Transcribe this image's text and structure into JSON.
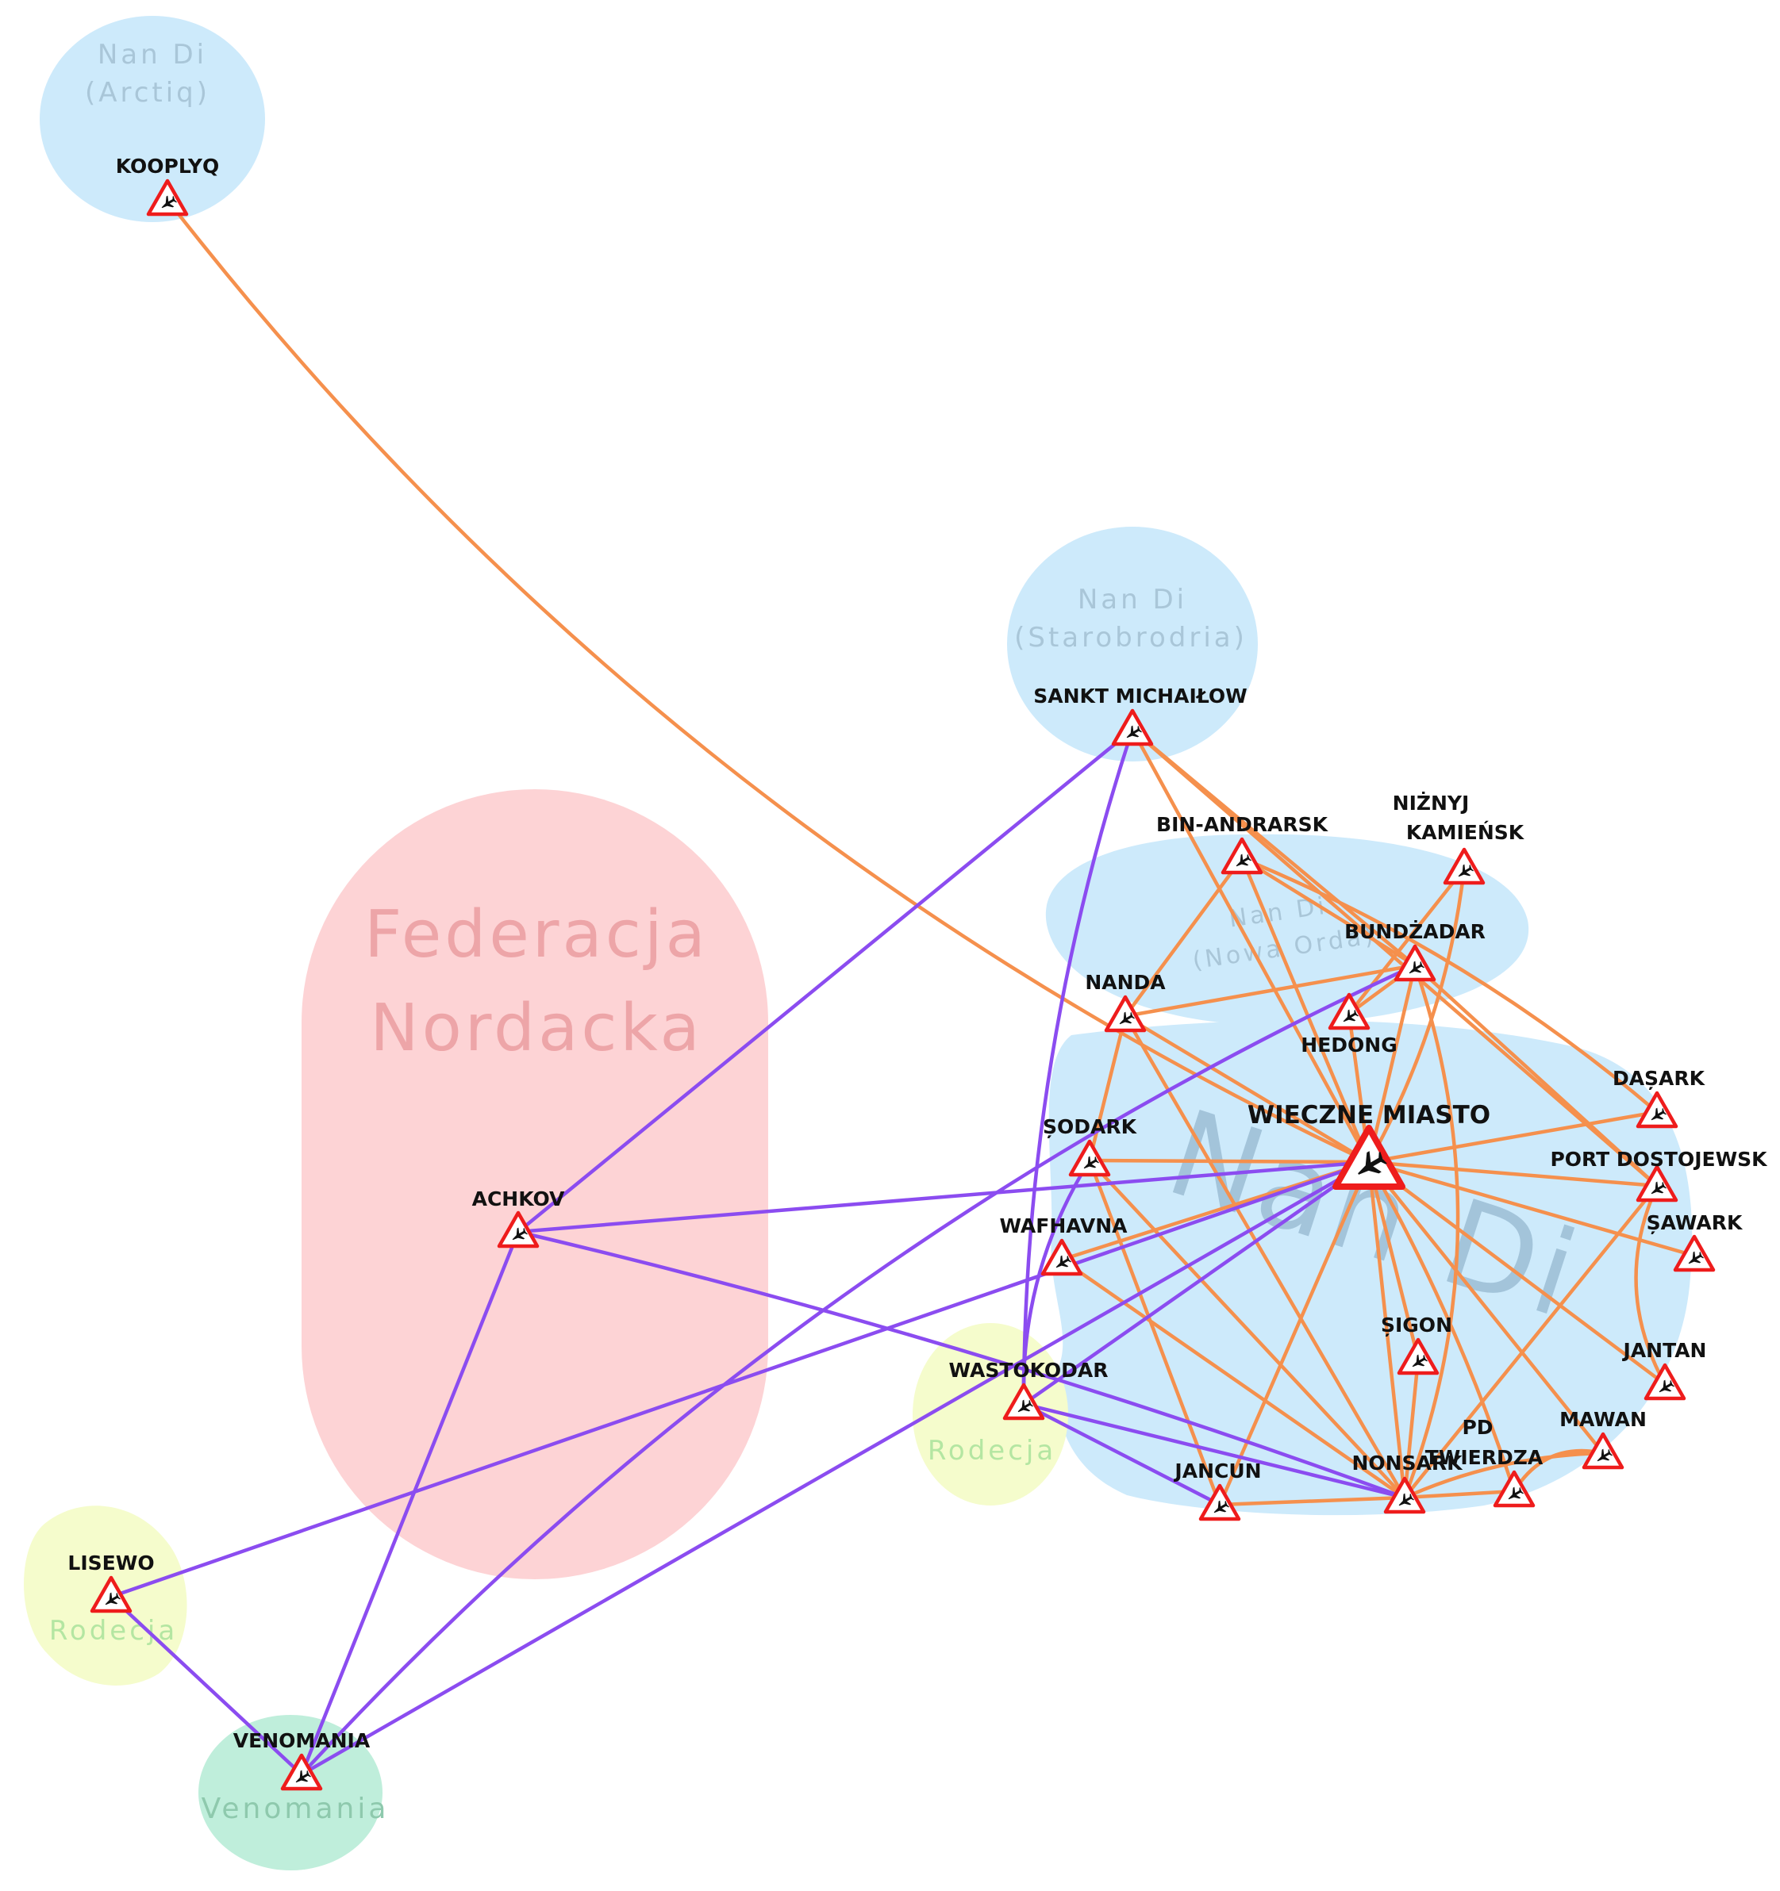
{
  "colors": {
    "sea_blue": "#cdeafb",
    "federation_pink": "#fdd3d5",
    "rodecja_yellow": "#f5fccc",
    "venomania_green": "#bfeedb",
    "route_orange": "#f5904d",
    "route_purple": "#8b4cf0",
    "airport_red": "#ee1c1c"
  },
  "regions": [
    {
      "id": "r-arctiq",
      "lines": [
        "Nan Di",
        "(Arctiq)"
      ]
    },
    {
      "id": "r-starobrodria",
      "lines": [
        "Nan Di",
        "(Starobrodria)"
      ]
    },
    {
      "id": "r-nowaorda",
      "lines": [
        "Nan Di",
        "(Nowa Orda)"
      ]
    },
    {
      "id": "r-nandi",
      "lines": [
        "Nan Di"
      ]
    },
    {
      "id": "r-federacja",
      "lines": [
        "Federacja",
        "Nordacka"
      ]
    },
    {
      "id": "r-rodecja-1",
      "lines": [
        "Rodecja"
      ]
    },
    {
      "id": "r-rodecja-2",
      "lines": [
        "Rodecja"
      ]
    },
    {
      "id": "r-venomania",
      "lines": [
        "Venomania"
      ]
    }
  ],
  "airports": [
    {
      "id": "kooplyq",
      "name": "KOOPLYQ"
    },
    {
      "id": "sankt",
      "name": "SANKT MICHAIŁOW"
    },
    {
      "id": "binandrarsk",
      "name": "BIN-ANDRARSK"
    },
    {
      "id": "nizny",
      "name": "NIŻNYJ KAMIEŃSK",
      "lines": [
        "NIŻNYJ",
        "KAMIEŃSK"
      ]
    },
    {
      "id": "bundzadar",
      "name": "BUNDŻADAR"
    },
    {
      "id": "nanda",
      "name": "NANDA"
    },
    {
      "id": "hedong",
      "name": "HEDONG"
    },
    {
      "id": "wieczne",
      "name": "WIECZNE MIASTO",
      "hub": true
    },
    {
      "id": "dasark",
      "name": "DAȘARK"
    },
    {
      "id": "sodark",
      "name": "ȘODARK"
    },
    {
      "id": "portdost",
      "name": "PORT DOSTOJEWSK"
    },
    {
      "id": "sawark",
      "name": "ȘAWARK"
    },
    {
      "id": "achkov",
      "name": "ACHKOV"
    },
    {
      "id": "wafhavna",
      "name": "WAFHAVNA"
    },
    {
      "id": "sigon",
      "name": "ȘIGON"
    },
    {
      "id": "jantan",
      "name": "JANTAN"
    },
    {
      "id": "wastokodar",
      "name": "WASTOKODAR"
    },
    {
      "id": "mawan",
      "name": "MAWAN"
    },
    {
      "id": "pdtwierdza",
      "name": "PD TWIERDZA",
      "lines": [
        "PD",
        "TWIERDZA"
      ]
    },
    {
      "id": "jancun",
      "name": "JANCUN"
    },
    {
      "id": "nonsark",
      "name": "NONSARK"
    },
    {
      "id": "lisewo",
      "name": "LISEWO"
    },
    {
      "id": "venomania",
      "name": "VENOMANIA"
    }
  ],
  "routes": {
    "orange": [
      [
        "kooplyq",
        "wieczne"
      ],
      [
        "sankt",
        "wieczne"
      ],
      [
        "sankt",
        "bundzadar"
      ],
      [
        "sankt",
        "portdost"
      ],
      [
        "binandrarsk",
        "nanda"
      ],
      [
        "binandrarsk",
        "wieczne"
      ],
      [
        "binandrarsk",
        "bundzadar"
      ],
      [
        "binandrarsk",
        "dasark"
      ],
      [
        "nizny",
        "wieczne"
      ],
      [
        "nizny",
        "hedong"
      ],
      [
        "bundzadar",
        "wieczne"
      ],
      [
        "bundzadar",
        "hedong"
      ],
      [
        "bundzadar",
        "portdost"
      ],
      [
        "bundzadar",
        "nonsark"
      ],
      [
        "nanda",
        "wieczne"
      ],
      [
        "nanda",
        "bundzadar"
      ],
      [
        "nanda",
        "sodark"
      ],
      [
        "nanda",
        "nonsark"
      ],
      [
        "hedong",
        "wieczne"
      ],
      [
        "wieczne",
        "dasark"
      ],
      [
        "wieczne",
        "portdost"
      ],
      [
        "wieczne",
        "sawark"
      ],
      [
        "wieczne",
        "sodark"
      ],
      [
        "wieczne",
        "wafhavna"
      ],
      [
        "wieczne",
        "sigon"
      ],
      [
        "wieczne",
        "jantan"
      ],
      [
        "wieczne",
        "mawan"
      ],
      [
        "wieczne",
        "pdtwierdza"
      ],
      [
        "wieczne",
        "nonsark"
      ],
      [
        "wieczne",
        "jancun"
      ],
      [
        "sodark",
        "nonsark"
      ],
      [
        "sodark",
        "jancun"
      ],
      [
        "wafhavna",
        "nonsark"
      ],
      [
        "portdost",
        "nonsark"
      ],
      [
        "portdost",
        "jantan"
      ],
      [
        "sigon",
        "nonsark"
      ],
      [
        "jancun",
        "nonsark"
      ],
      [
        "nonsark",
        "pdtwierdza"
      ],
      [
        "pdtwierdza",
        "mawan"
      ],
      [
        "nonsark",
        "mawan"
      ]
    ],
    "purple": [
      [
        "sankt",
        "achkov"
      ],
      [
        "sankt",
        "wastokodar"
      ],
      [
        "achkov",
        "wieczne"
      ],
      [
        "achkov",
        "venomania"
      ],
      [
        "achkov",
        "nonsark"
      ],
      [
        "bundzadar",
        "venomania"
      ],
      [
        "wieczne",
        "lisewo"
      ],
      [
        "wieczne",
        "venomania"
      ],
      [
        "wieczne",
        "wastokodar"
      ],
      [
        "sodark",
        "wastokodar"
      ],
      [
        "wastokodar",
        "jancun"
      ],
      [
        "wastokodar",
        "nonsark"
      ],
      [
        "lisewo",
        "venomania"
      ]
    ]
  }
}
